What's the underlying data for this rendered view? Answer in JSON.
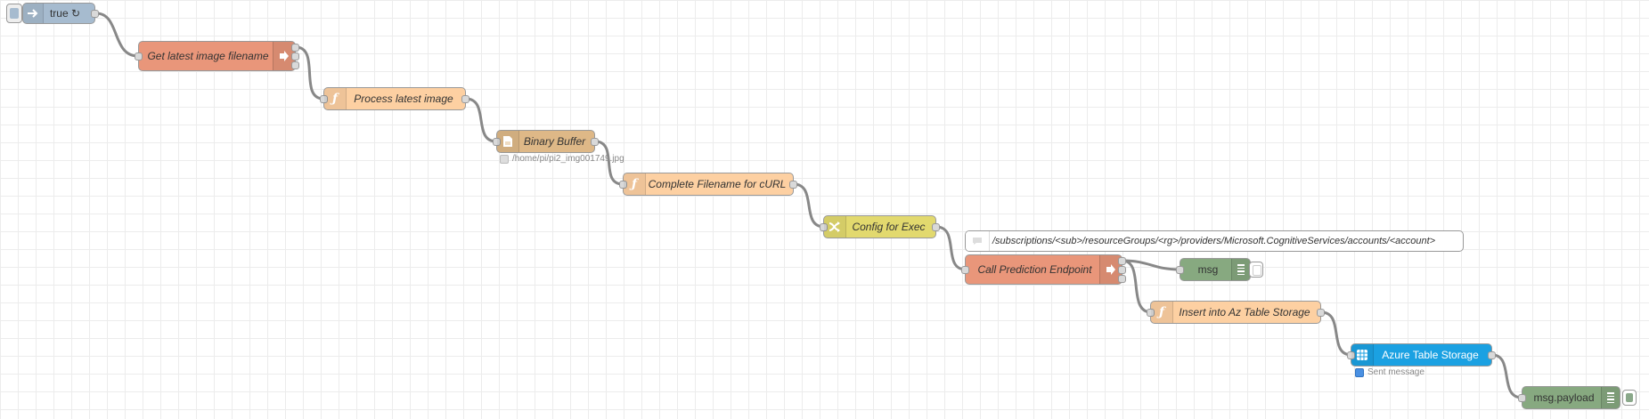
{
  "flow": {
    "colors": {
      "inject": "#a6bbcf",
      "exec": "#e9967a",
      "function": "#fdd0a2",
      "file": "#deb887",
      "change": "#e2d96e",
      "debug": "#87a980",
      "azure": "#1ba1e2",
      "wire": "#888888"
    },
    "inject_node": {
      "label": "true ↻",
      "icon": "arrow-right-icon"
    },
    "exec_node_1": {
      "label": "Get latest image filename",
      "icon": "exec-icon"
    },
    "function_node_1": {
      "label": "Process latest image",
      "icon": "function-icon"
    },
    "file_node": {
      "label": "Binary Buffer",
      "icon": "file-icon",
      "status": "/home/pi/pi2_img001749.jpg"
    },
    "function_node_2": {
      "label": "Complete Filename for cURL",
      "icon": "function-icon"
    },
    "change_node": {
      "label": "Config for Exec",
      "icon": "shuffle-icon"
    },
    "comment_node": {
      "label": "/subscriptions/<sub>/resourceGroups/<rg>/providers/Microsoft.CognitiveServices/accounts/<account>",
      "icon": "comment-icon"
    },
    "exec_node_2": {
      "label": "Call Prediction Endpoint",
      "icon": "exec-icon"
    },
    "debug_node_1": {
      "label": "msg",
      "icon": "debug-icon"
    },
    "function_node_3": {
      "label": "Insert into Az Table Storage",
      "icon": "function-icon"
    },
    "azure_node": {
      "label": "Azure Table Storage",
      "icon": "table-icon",
      "status": "Sent message"
    },
    "debug_node_2": {
      "label": "msg.payload",
      "icon": "debug-icon"
    }
  }
}
